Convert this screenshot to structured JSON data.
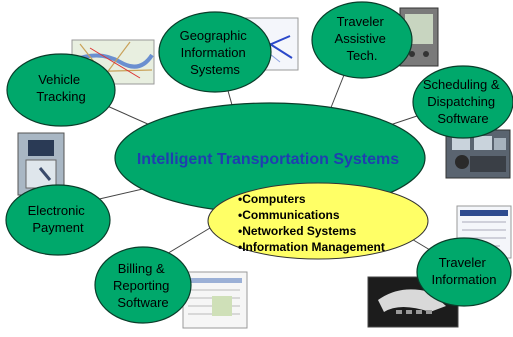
{
  "diagram": {
    "center": {
      "title": "Intelligent Transportation Systems",
      "color": "#00a86b",
      "title_color": "#1f3fb0"
    },
    "core_box": {
      "color": "#ffff66",
      "items": [
        "•Computers",
        "•Communications",
        "•Networked Systems",
        "•Information Management"
      ]
    },
    "nodes": {
      "vehicle_tracking": [
        "Vehicle",
        "Tracking"
      ],
      "gis": [
        "Geographic",
        "Information",
        "Systems"
      ],
      "traveler_assistive": [
        "Traveler",
        "Assistive",
        "Tech."
      ],
      "scheduling": [
        "Scheduling &",
        "Dispatching",
        "Software"
      ],
      "electronic_payment": [
        "Electronic",
        "Payment"
      ],
      "billing": [
        "Billing &",
        "Reporting",
        "Software"
      ],
      "traveler_info": [
        "Traveler",
        "Information"
      ]
    },
    "photos": {
      "map": "map-photo",
      "pda": "pda-photo",
      "farebox": "farebox-photo",
      "dispatch": "dispatch-room-photo",
      "report": "report-screenshot",
      "website": "website-screenshot",
      "phone": "telephone-photo"
    }
  }
}
